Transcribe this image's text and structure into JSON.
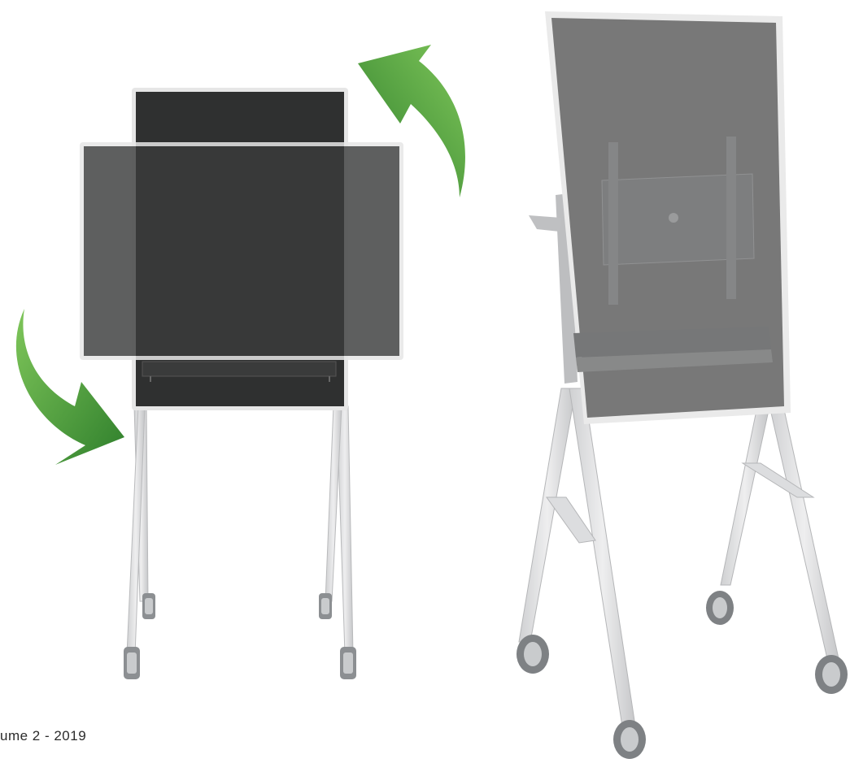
{
  "footer": {
    "text": "ume 2 - 2019"
  },
  "colors": {
    "background": "#ffffff",
    "screen_dark": "#2f3030",
    "screen_translucent": "#4a4b4b",
    "screen_grey": "#6f6f6f",
    "bezel": "#e6e6e6",
    "stand": "#d8d9da",
    "caster": "#8c8f92",
    "arrow_light": "#7fc65a",
    "arrow_dark": "#2f7f2c"
  },
  "illustrations": [
    {
      "id": "rotation-diagram",
      "description_icon": "rotate-arrows-icon"
    },
    {
      "id": "portrait-stand-3d",
      "description_icon": "mobile-stand-icon"
    }
  ]
}
